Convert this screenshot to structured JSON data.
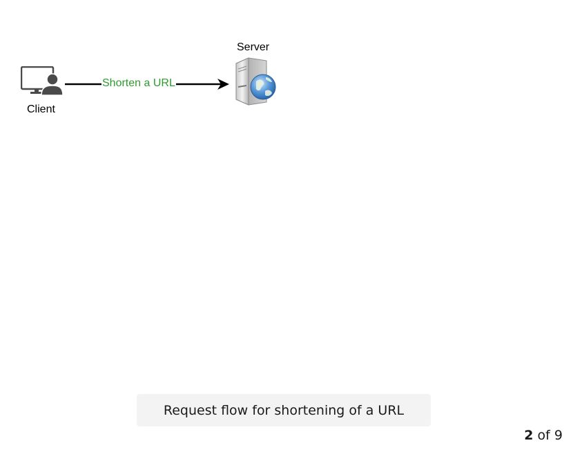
{
  "diagram": {
    "nodes": {
      "client": {
        "label": "Client",
        "icon": "client-user-computer-icon"
      },
      "server": {
        "label": "Server",
        "icon": "web-server-icon"
      }
    },
    "edges": [
      {
        "from": "client",
        "to": "server",
        "label": "Shorten a URL",
        "label_color": "#2f9b2f"
      }
    ]
  },
  "caption": "Request flow for shortening of a URL",
  "pager": {
    "current": "2",
    "separator": "of",
    "total": "9"
  }
}
